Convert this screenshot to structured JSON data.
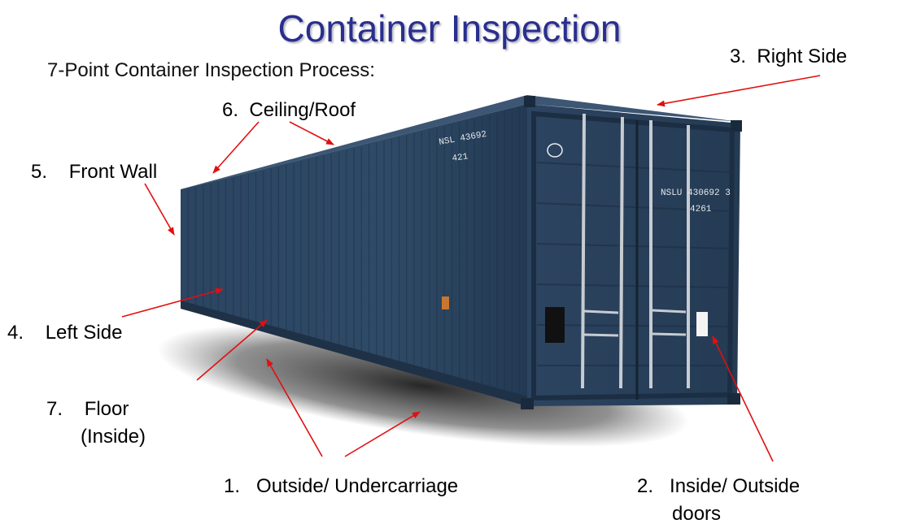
{
  "title": "Container Inspection",
  "subtitle": "7-Point Container Inspection Process:",
  "points": [
    {
      "num": "1.",
      "text": "Outside/ Undercarriage"
    },
    {
      "num": "2.",
      "text": "Inside/ Outside",
      "text2": "doors"
    },
    {
      "num": "3.",
      "text": "Right Side"
    },
    {
      "num": "4.",
      "text": "Left Side"
    },
    {
      "num": "5.",
      "text": "Front Wall"
    },
    {
      "num": "6.",
      "text": "Ceiling/Roof"
    },
    {
      "num": "7.",
      "text": "Floor",
      "text2": "(Inside)"
    }
  ],
  "container_markings": {
    "side_code": "NSL 43692",
    "side_sub": "421",
    "door_code": "NSLU 430692 3",
    "door_sub": "4261"
  },
  "colors": {
    "title": "#2a2f8c",
    "container": "#2e4560",
    "arrow": "#e01010"
  }
}
